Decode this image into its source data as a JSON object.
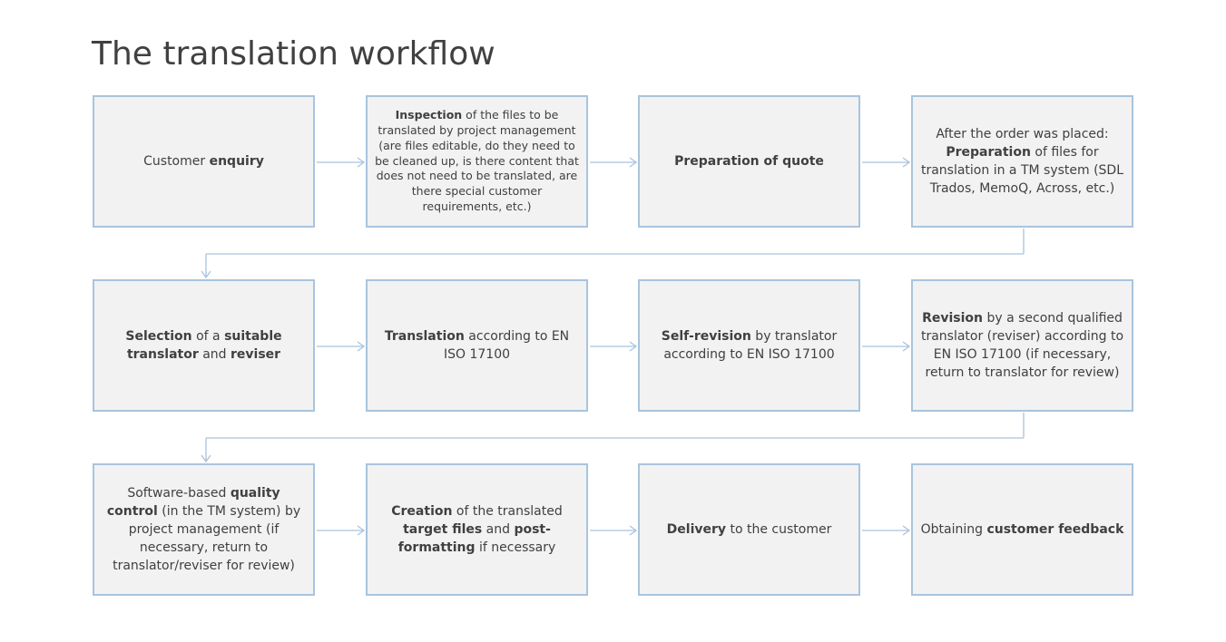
{
  "title": "The translation workflow",
  "steps": [
    {
      "row": 0,
      "col": 0,
      "parts": [
        {
          "t": "Customer "
        },
        {
          "t": "enquiry",
          "b": true
        }
      ]
    },
    {
      "row": 0,
      "col": 1,
      "small": true,
      "parts": [
        {
          "t": "Inspection",
          "b": true
        },
        {
          "t": " of the files to be translated by project management (are files editable, do they need to be cleaned up, is there content that does not need to be translated, are there special customer requirements, etc.)"
        }
      ]
    },
    {
      "row": 0,
      "col": 2,
      "parts": [
        {
          "t": "Preparation of quote",
          "b": true
        }
      ]
    },
    {
      "row": 0,
      "col": 3,
      "parts": [
        {
          "t": "After the order was placed: "
        },
        {
          "t": "Preparation",
          "b": true
        },
        {
          "t": " of files for translation in a TM system (SDL Trados, MemoQ, Across, etc.)"
        }
      ]
    },
    {
      "row": 1,
      "col": 0,
      "parts": [
        {
          "t": "Selection",
          "b": true
        },
        {
          "t": " of a "
        },
        {
          "t": "suitable translator",
          "b": true
        },
        {
          "t": " and "
        },
        {
          "t": "reviser",
          "b": true
        }
      ]
    },
    {
      "row": 1,
      "col": 1,
      "parts": [
        {
          "t": "Translation",
          "b": true
        },
        {
          "t": " according to EN ISO 17100"
        }
      ]
    },
    {
      "row": 1,
      "col": 2,
      "parts": [
        {
          "t": "Self-revision",
          "b": true
        },
        {
          "t": " by translator according to EN ISO 17100"
        }
      ]
    },
    {
      "row": 1,
      "col": 3,
      "parts": [
        {
          "t": "Revision",
          "b": true
        },
        {
          "t": " by a second qualified translator (reviser) according to EN ISO 17100 (if necessary, return to translator for review)"
        }
      ]
    },
    {
      "row": 2,
      "col": 0,
      "parts": [
        {
          "t": "Software-based "
        },
        {
          "t": "quality control",
          "b": true
        },
        {
          "t": " (in the TM system) by project management (if necessary, return to translator/reviser for review)"
        }
      ]
    },
    {
      "row": 2,
      "col": 1,
      "parts": [
        {
          "t": "Creation",
          "b": true
        },
        {
          "t": " of the translated "
        },
        {
          "t": "target files",
          "b": true
        },
        {
          "t": " and "
        },
        {
          "t": "post-formatting",
          "b": true
        },
        {
          "t": " if necessary"
        }
      ]
    },
    {
      "row": 2,
      "col": 2,
      "parts": [
        {
          "t": "Delivery",
          "b": true
        },
        {
          "t": " to the customer"
        }
      ]
    },
    {
      "row": 2,
      "col": 3,
      "parts": [
        {
          "t": "Obtaining "
        },
        {
          "t": "customer feedback",
          "b": true
        }
      ]
    }
  ],
  "colors": {
    "box_fill": "#f2f2f2",
    "box_border": "#a9c4dd",
    "connector": "#a9c4dd",
    "text": "#404040"
  }
}
